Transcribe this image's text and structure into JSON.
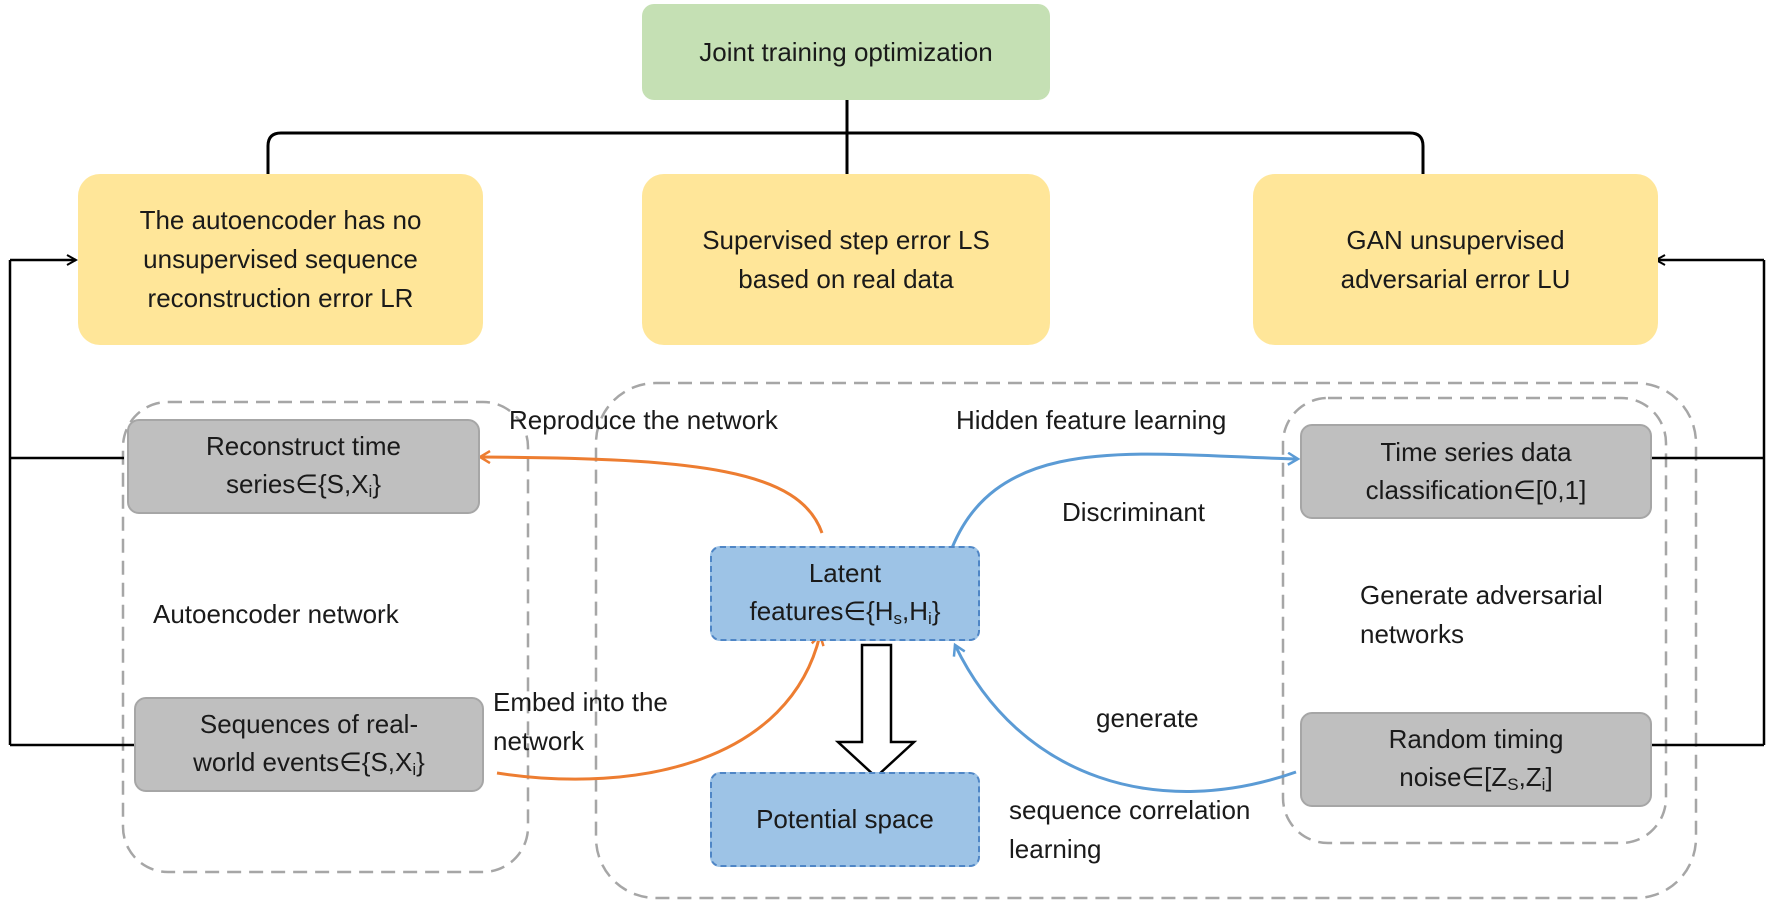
{
  "top": {
    "title": "Joint training optimization"
  },
  "errors": {
    "left": "The autoencoder has no unsupervised sequence reconstruction error LR",
    "middle": "Supervised step error LS based on real data",
    "right": "GAN unsupervised adversarial error LU"
  },
  "nodes": {
    "reconstruct": {
      "line1": "Reconstruct time",
      "line2": "series∈{S,X",
      "sub": "i",
      "close": "}"
    },
    "real_events": {
      "line1": "Sequences of real-",
      "line2": "world events∈{S,X",
      "sub": "i",
      "close": "}"
    },
    "latent": {
      "line1": "Latent",
      "line2": "features∈{H",
      "sub1": "s",
      "mid": ",H",
      "sub2": "i",
      "close": "}"
    },
    "potential": {
      "label": "Potential space"
    },
    "classification": {
      "line1": "Time series data",
      "line2": "classification∈[0,1]"
    },
    "noise": {
      "line1": "Random timing",
      "line2": "noise∈[Z",
      "sub1": "S",
      "mid": ",Z",
      "sub2": "i",
      "close": "]"
    }
  },
  "labels": {
    "reproduce": "Reproduce the network",
    "hidden": "Hidden feature learning",
    "discriminant": "Discriminant",
    "autoencoder_network": "Autoencoder network",
    "embed": "Embed into the network",
    "generate": "generate",
    "correlation": "sequence correlation learning",
    "gan": "Generate adversarial networks"
  },
  "colors": {
    "green": "#c5e0b4",
    "yellow": "#ffe699",
    "gray": "#bfbfbf",
    "blue": "#9dc3e6",
    "orange_arrow": "#ed7d31",
    "blue_arrow": "#5b9bd5"
  }
}
